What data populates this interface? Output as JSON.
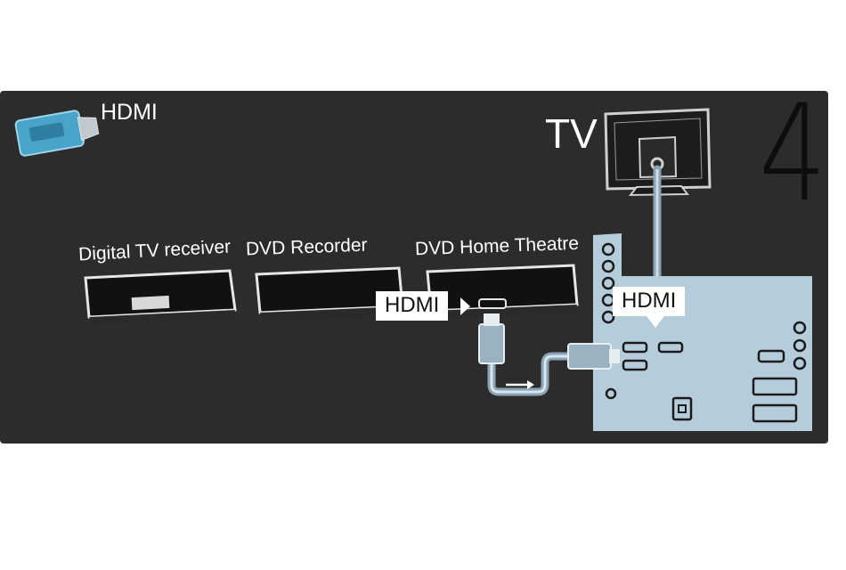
{
  "header": {
    "connector_label": "HDMI",
    "step_number": "4"
  },
  "tv": {
    "label": "TV"
  },
  "devices": [
    {
      "label": "Digital TV receiver"
    },
    {
      "label": "DVD Recorder"
    },
    {
      "label": "DVD Home Theatre"
    }
  ],
  "tags": {
    "source_port": "HDMI",
    "tv_port": "HDMI"
  },
  "colors": {
    "panel": "#2c2c2c",
    "tv_panel": "#b5cdda",
    "cable": "#8aa4b3",
    "device": "#111111"
  }
}
